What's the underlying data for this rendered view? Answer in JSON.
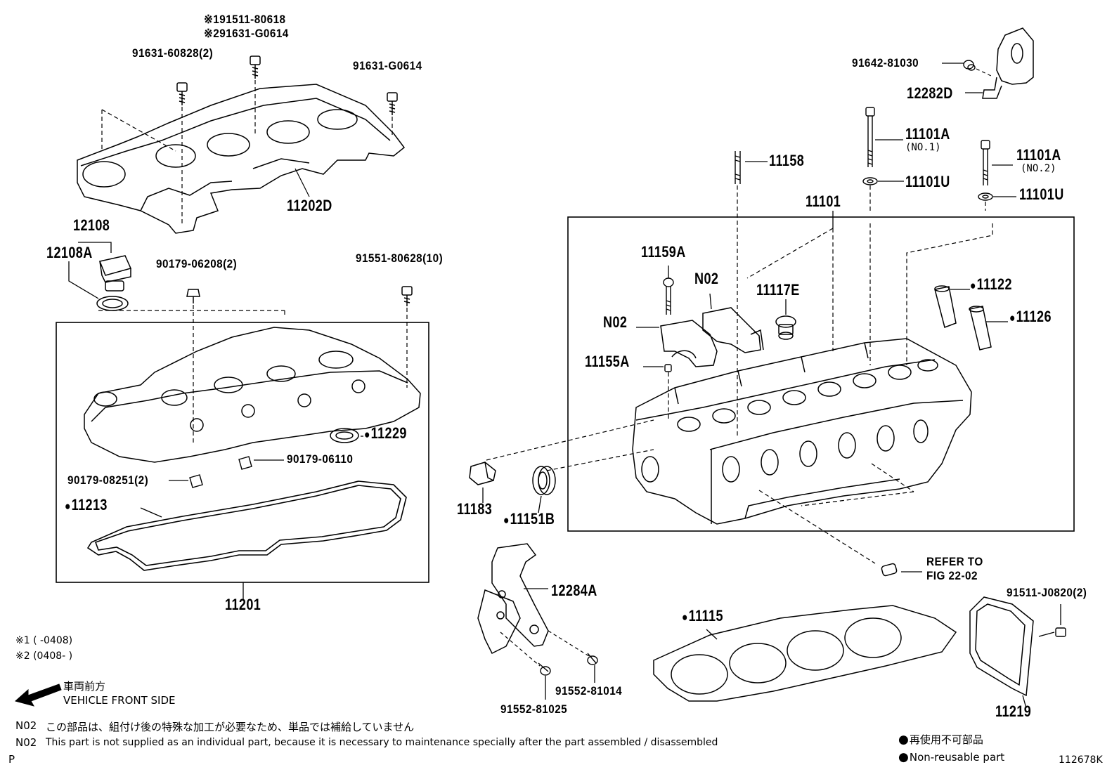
{
  "labels": {
    "alt1_top": "※191511-80618",
    "alt2_top": "※291631-G0614",
    "p91631_60828": "91631-60828(2)",
    "p91631_G0614": "91631-G0614",
    "p11202D": "11202D",
    "p12108": "12108",
    "p12108A": "12108A",
    "p90179_06208": "90179-06208(2)",
    "p91551_80628": "91551-80628(10)",
    "p11229": "11229",
    "p90179_06110": "90179-06110",
    "p90179_08251": "90179-08251(2)",
    "p11213": "11213",
    "p11201": "11201",
    "p91642_81030": "91642-81030",
    "p12282D": "12282D",
    "p11101A_1": "11101A",
    "p11101A_1_sub": "(NO.1)",
    "p11101A_2": "11101A",
    "p11101A_2_sub": "(NO.2)",
    "p11158": "11158",
    "p11101U_1": "11101U",
    "p11101U_2": "11101U",
    "p11101": "11101",
    "p11159A": "11159A",
    "pN02_a": "N02",
    "pN02_b": "N02",
    "p11117E": "11117E",
    "p11122": "11122",
    "p11126": "11126",
    "p11155A": "11155A",
    "p11183": "11183",
    "p11151B": "11151B",
    "p12284A": "12284A",
    "refer": "REFER TO",
    "refer_fig": "FIG 22-02",
    "p91511_J0820": "91511-J0820(2)",
    "p11115": "11115",
    "p91552_81014": "91552-81014",
    "p91552_81025": "91552-81025",
    "p11219": "11219"
  },
  "footnotes": {
    "range1": "※1 (     -0408)",
    "range2": "※2 (0408-     )",
    "front_jp": "車両前方",
    "front_en": "VEHICLE FRONT SIDE",
    "n02_jp_code": "N02",
    "n02_jp": "この部品は、組付け後の特殊な加工が必要なため、単品では補給していません",
    "n02_en_code": "N02",
    "n02_en": "This part is not supplied as an individual part, because it is necessary to maintenance specially after the part assembled / disassembled",
    "legend_jp": "再使用不可部品",
    "legend_en": "Non-reusable part",
    "page_p": "P",
    "fig_code": "112678K"
  }
}
